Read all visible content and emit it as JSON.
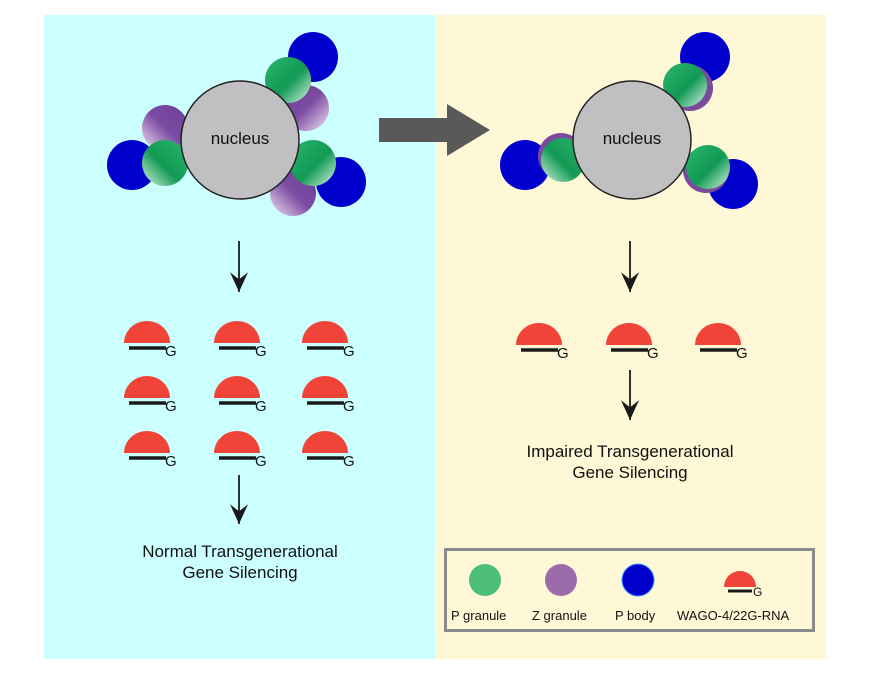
{
  "panels": {
    "left": {
      "name": "normal",
      "background": "#ccffff",
      "nucleus_label": "nucleus",
      "wago_complex_count": 9,
      "outcome_line1": "Normal Transgenerational",
      "outcome_line2": "Gene Silencing"
    },
    "right": {
      "name": "impaired",
      "background": "#fff8d6",
      "nucleus_label": "nucleus",
      "wago_complex_count": 3,
      "outcome_line1": "Impaired Transgenerational",
      "outcome_line2": "Gene Silencing"
    }
  },
  "rna_end_label": "G",
  "legend": {
    "items": [
      {
        "label": "P granule",
        "color": "#4dbf7a",
        "icon": "p-granule-icon"
      },
      {
        "label": "Z granule",
        "color": "#9b6bab",
        "icon": "z-granule-icon"
      },
      {
        "label": "P body",
        "color": "#0000cc",
        "icon": "p-body-icon"
      },
      {
        "label": "WAGO-4/22G-RNA",
        "color": "#f04438",
        "icon": "wago-22g-rna-icon",
        "end_label": "G"
      }
    ]
  },
  "colors": {
    "nucleus": "#c0c0c2",
    "p_granule": "#19a25a",
    "z_granule": "#7a4b9c",
    "p_body": "#0000cc",
    "wago": "#f04438",
    "transition_arrow": "#595959"
  }
}
